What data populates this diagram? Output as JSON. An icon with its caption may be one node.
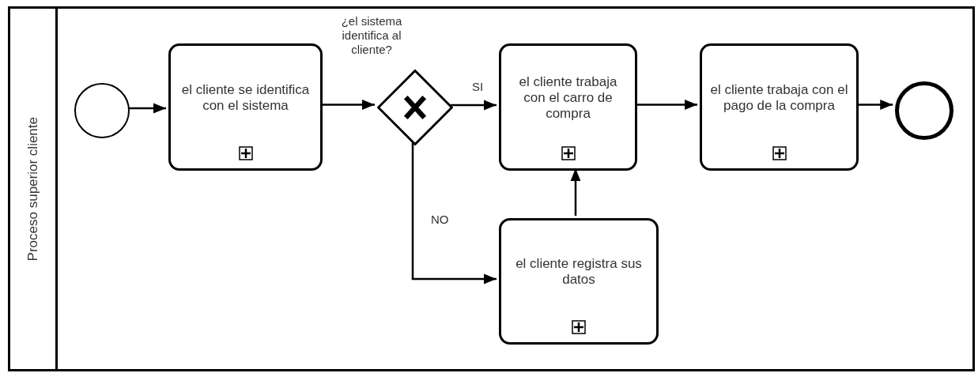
{
  "diagram": {
    "nodes": [
      {
        "text": [
          "Proceso superior cliente"
        ]
      },
      {
        "text": [],
        "shape": "circle",
        "in": 0
      },
      {
        "text": [
          "el cliente se identifica con el sistema"
        ],
        "in": 0
      },
      {
        "text": [],
        "shape": "diamond",
        "in": 0,
        "beside": [
          "¿el sistema identifica al cliente?"
        ]
      },
      {
        "text": [
          "el cliente trabaja con el carro de compra"
        ],
        "in": 0
      },
      {
        "text": [
          "el cliente trabaja con el pago de la compra"
        ],
        "in": 0
      },
      {
        "text": [],
        "shape": "circle",
        "in": 0
      },
      {
        "text": [
          "el cliente registra sus datos"
        ],
        "in": 0
      }
    ],
    "edges": [
      {
        "from": 1,
        "to": 2,
        "arrow": "to"
      },
      {
        "from": 2,
        "to": 3,
        "arrow": "to"
      },
      {
        "from": 3,
        "to": 4,
        "arrow": "to",
        "label": "SI"
      },
      {
        "from": 3,
        "to": 7,
        "arrow": "to",
        "label": "NO"
      },
      {
        "from": 7,
        "to": 4,
        "arrow": "to"
      },
      {
        "from": 4,
        "to": 5,
        "arrow": "to"
      },
      {
        "from": 5,
        "to": 6,
        "arrow": "to"
      }
    ]
  }
}
